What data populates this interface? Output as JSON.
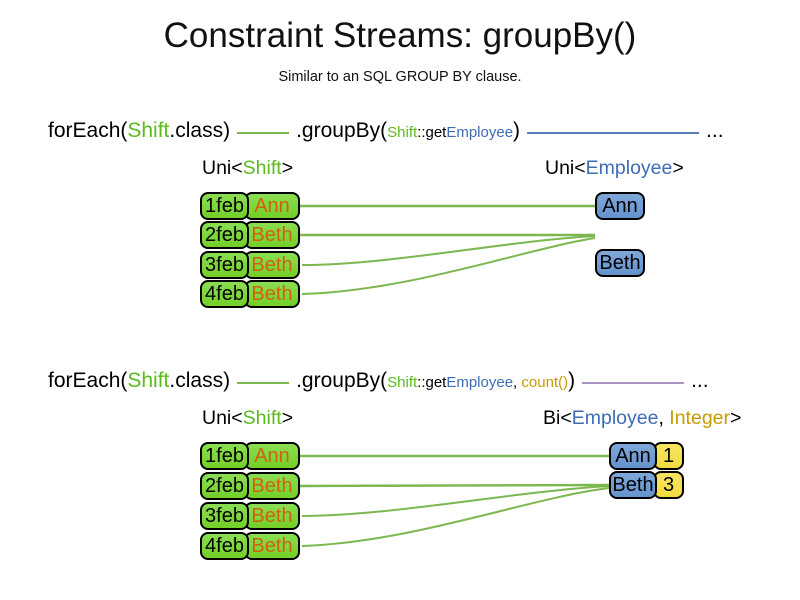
{
  "title": "Constraint Streams: groupBy()",
  "subtitle": "Similar to an SQL GROUP BY clause.",
  "colors": {
    "green_text": "#5cbb1c",
    "blue_text": "#3e6db5",
    "orange_text": "#d2600f",
    "gold_text": "#c89b00",
    "green_box_fill": "#7ed43b",
    "blue_box_fill": "#6d9cd4",
    "yellow_box_fill": "#f5e04e",
    "green_line": "#7cb74f",
    "blue_line": "#5b7db1",
    "purple_line": "#a893c4"
  },
  "section1": {
    "code": {
      "call_black1": "forEach(",
      "call_green": "Shift",
      "call_black2": ".class)",
      "groupby_black1": ".groupBy(",
      "arg_green": "Shift",
      "arg_black": "::get",
      "arg_blue": "Employee",
      "groupby_black2": ")",
      "ellipsis": "..."
    },
    "left_type_label": {
      "black1": "Uni<",
      "type": "Shift",
      "black2": ">"
    },
    "right_type_label": {
      "black1": "Uni<",
      "type": "Employee",
      "black2": ">"
    },
    "rows": [
      {
        "date": "1feb",
        "name": "Ann"
      },
      {
        "date": "2feb",
        "name": "Beth"
      },
      {
        "date": "3feb",
        "name": "Beth"
      },
      {
        "date": "4feb",
        "name": "Beth"
      }
    ],
    "groups": [
      {
        "name": "Ann"
      },
      {
        "name": "Beth"
      }
    ]
  },
  "section2": {
    "code": {
      "call_black1": "forEach(",
      "call_green": "Shift",
      "call_black2": ".class)",
      "groupby_black1": ".groupBy(",
      "arg_green": "Shift",
      "arg_black": "::get",
      "arg_blue": "Employee",
      "arg_comma": ", ",
      "arg_gold": "count()",
      "groupby_black2": ")",
      "ellipsis": "..."
    },
    "left_type_label": {
      "black1": "Uni<",
      "type": "Shift",
      "black2": ">"
    },
    "right_type_label": {
      "black1": "Bi<",
      "type1": "Employee",
      "comma": ", ",
      "type2": "Integer",
      "black2": ">"
    },
    "rows": [
      {
        "date": "1feb",
        "name": "Ann"
      },
      {
        "date": "2feb",
        "name": "Beth"
      },
      {
        "date": "3feb",
        "name": "Beth"
      },
      {
        "date": "4feb",
        "name": "Beth"
      }
    ],
    "groups": [
      {
        "name": "Ann",
        "count": "1"
      },
      {
        "name": "Beth",
        "count": "3"
      }
    ]
  }
}
